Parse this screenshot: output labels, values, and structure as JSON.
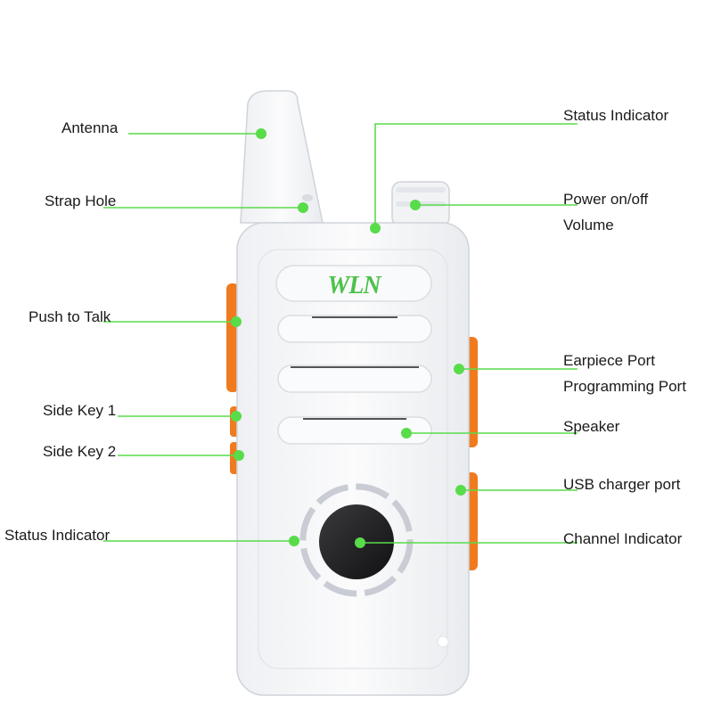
{
  "brand": {
    "logo_text": "WLN",
    "logo_color": "#4cc24a"
  },
  "colors": {
    "body": "#f7f8fa",
    "outline": "#d4d8de",
    "accent_key": "#f07a1e",
    "leader_line": "#58dc4a",
    "knob": "#1f1f21"
  },
  "labels": {
    "antenna": "Antenna",
    "strap_hole": "Strap Hole",
    "push_to_talk": "Push to Talk",
    "side_key_1": "Side Key 1",
    "side_key_2": "Side Key 2",
    "status_indicator_left": "Status Indicator",
    "status_indicator_top": "Status Indicator",
    "power_volume_line1": "Power on/off",
    "power_volume_line2": "Volume",
    "earpiece_line1": "Earpiece Port",
    "earpiece_line2": "Programming Port",
    "speaker": "Speaker",
    "usb_charger": "USB charger port",
    "channel_indicator": "Channel Indicator"
  }
}
